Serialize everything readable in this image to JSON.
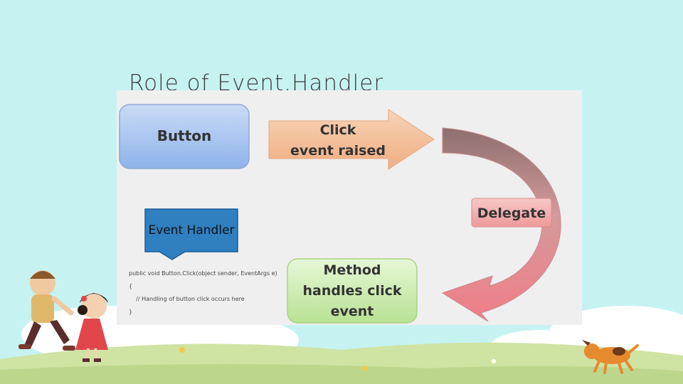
{
  "slide": {
    "title": "Role of Event.Handler"
  },
  "diagram": {
    "button_label": "Button",
    "click_line1": "Click",
    "click_line2": "event raised",
    "delegate_label": "Delegate",
    "method_line1": "Method",
    "method_line2": "handles click",
    "method_line3": "event"
  },
  "callout": {
    "label": "Event Handler"
  },
  "code": {
    "line1": "public void Button.Click(object sender, EventArgs e)",
    "line2": "{",
    "line3": "    // Handling of button click occurs here",
    "line4": "}"
  },
  "colors": {
    "background": "#c6f3f1",
    "button_fill": "#a9c6f0",
    "arrow_fill": "#f4bf99",
    "delegate_fill": "#f1a7a7",
    "method_fill": "#cdeeb0",
    "callout_fill": "#2f7fc1"
  }
}
